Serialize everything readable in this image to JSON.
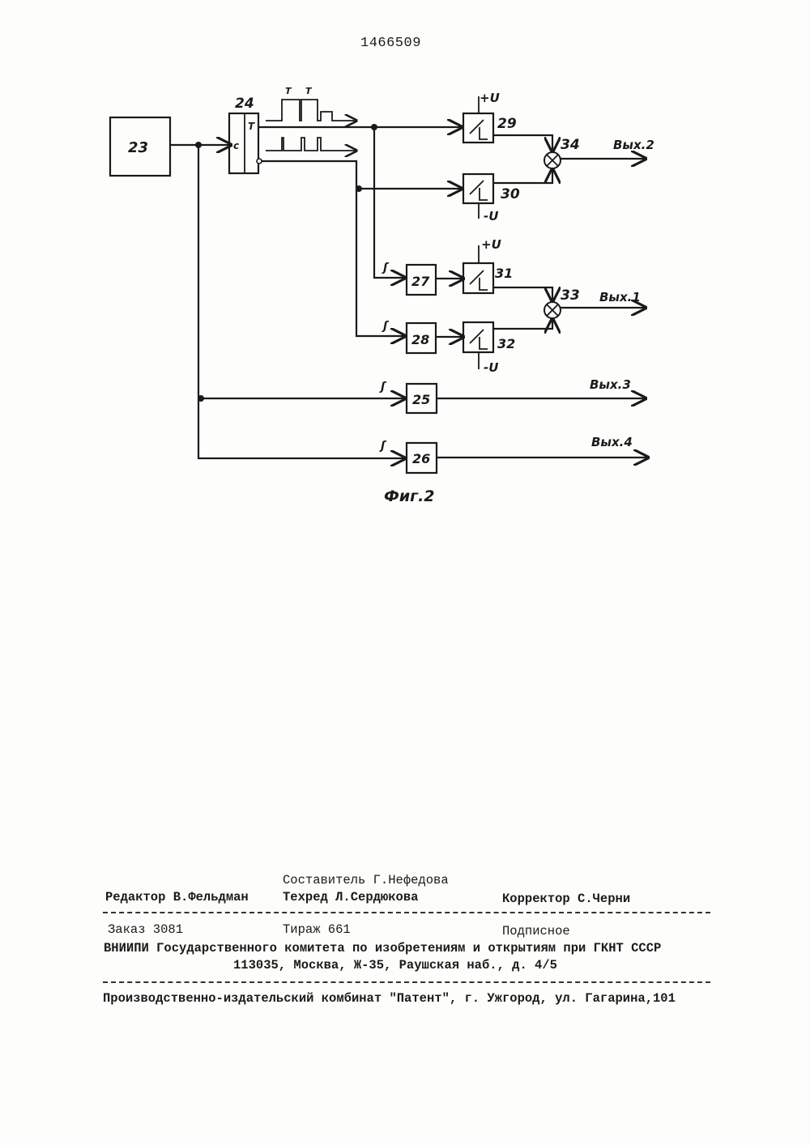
{
  "header": {
    "patent_number": "1466509"
  },
  "figure": {
    "caption": "Фиг.2",
    "blocks": {
      "b23": "23",
      "b24": "24",
      "b25": "25",
      "b26": "26",
      "b27": "27",
      "b28": "28",
      "b29": "29",
      "b30": "30",
      "b31": "31",
      "b32": "32",
      "b33": "33",
      "b34": "34"
    },
    "pins": {
      "c": "c",
      "t": "T"
    },
    "pulse_labels": {
      "t1": "T",
      "t2": "T"
    },
    "supplies": {
      "plus_u_29": "+U",
      "minus_u_30": "-U",
      "plus_u_31": "+U",
      "minus_u_32": "-U"
    },
    "outputs": {
      "out1": "Вых.1",
      "out2": "Вых.2",
      "out3": "Вых.3",
      "out4": "Вых.4"
    }
  },
  "footer": {
    "composer": "Составитель Г.Нефедова",
    "editor": "Редактор В.Фельдман",
    "techred": "Техред Л.Сердюкова",
    "corrector": "Корректор С.Черни",
    "order": "Заказ 3081",
    "circulation": "Тираж 661",
    "subscription": "Подписное",
    "org": "ВНИИПИ Государственного комитета по изобретениям и открытиям при ГКНТ СССР",
    "address": "113035, Москва, Ж-35, Раушская наб., д. 4/5",
    "plant": "Производственно-издательский комбинат \"Патент\", г. Ужгород, ул. Гагарина,101"
  }
}
